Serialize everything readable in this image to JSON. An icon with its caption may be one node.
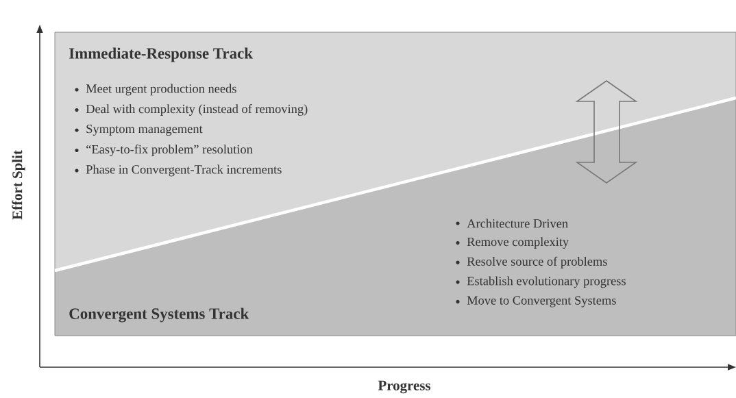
{
  "diagram": {
    "nodes": [
      {
        "text": [
          "Immediate-Response Track",
          "Meet urgent production needs",
          "Deal with complexity (instead of removing)",
          "Symptom management",
          "“Easy-to-fix problem” resolution",
          "Phase in Convergent-Track increments"
        ]
      },
      {
        "text": [
          "Convergent Systems Track",
          "Architecture Driven",
          "Remove complexity",
          "Resolve source of problems",
          "Establish evolutionary progress",
          "Move to Convergent Systems"
        ]
      }
    ],
    "labels": [
      "Effort Split",
      "Progress"
    ]
  }
}
